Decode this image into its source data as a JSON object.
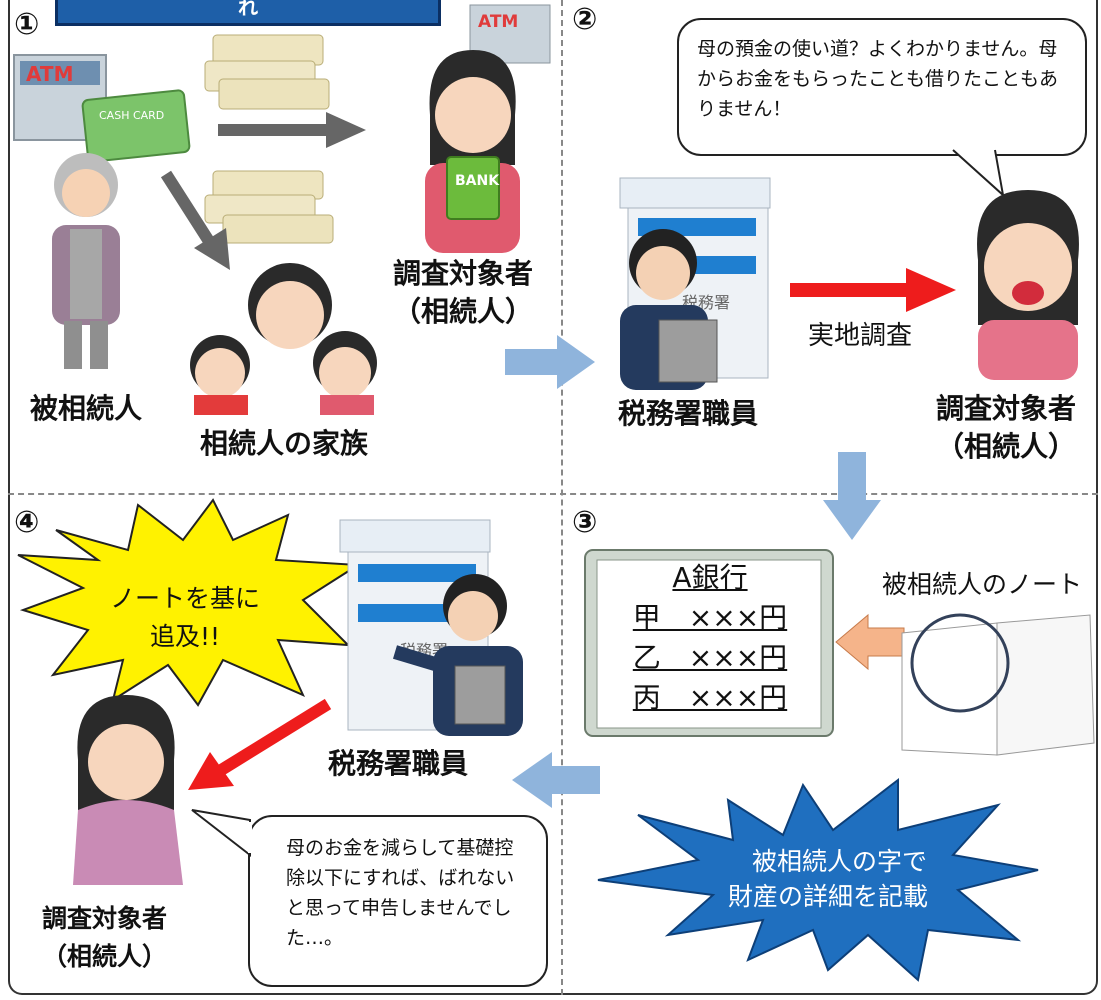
{
  "panel_numbers": [
    "①",
    "②",
    "③",
    "④"
  ],
  "banner_text": "れ",
  "panel1": {
    "deceased_label": "被相続人",
    "family_label": "相続人の家族",
    "heir_label_line1": "調査対象者",
    "heir_label_line2": "（相続人）",
    "atm_text": "ATM",
    "card_text": "CASH CARD",
    "bank_text": "BANK"
  },
  "panel2": {
    "speech": "母の預金の使い道？よくわかりません。母からお金をもらったことも借りたこともありません！",
    "officer_label": "税務署職員",
    "action_label": "実地調査",
    "heir_label_line1": "調査対象者",
    "heir_label_line2": "（相続人）",
    "office_sign": "税務署"
  },
  "panel3": {
    "notebook_title": "A銀行",
    "notebook_rows": [
      "甲　×××円",
      "乙　×××円",
      "丙　×××円"
    ],
    "note_label": "被相続人のノート",
    "star_text_line1": "被相続人の字で",
    "star_text_line2": "財産の詳細を記載"
  },
  "panel4": {
    "burst_line1": "ノートを基に",
    "burst_line2": "追及!!",
    "officer_label": "税務署職員",
    "speech": "母のお金を減らして基礎控除以下にすれば、ばれないと思って申告しませんでした…。",
    "heir_label_line1": "調査対象者",
    "heir_label_line2": "（相続人）",
    "office_sign": "税務署"
  },
  "colors": {
    "banner": "#1e5fa8",
    "blue_arrow": "#8fb4dc",
    "red_arrow": "#ee1c1c",
    "gray_arrow": "#666666",
    "orange_arrow": "#f5b48a",
    "burst_yellow": "#fff200",
    "star_blue": "#1f6fbf"
  }
}
